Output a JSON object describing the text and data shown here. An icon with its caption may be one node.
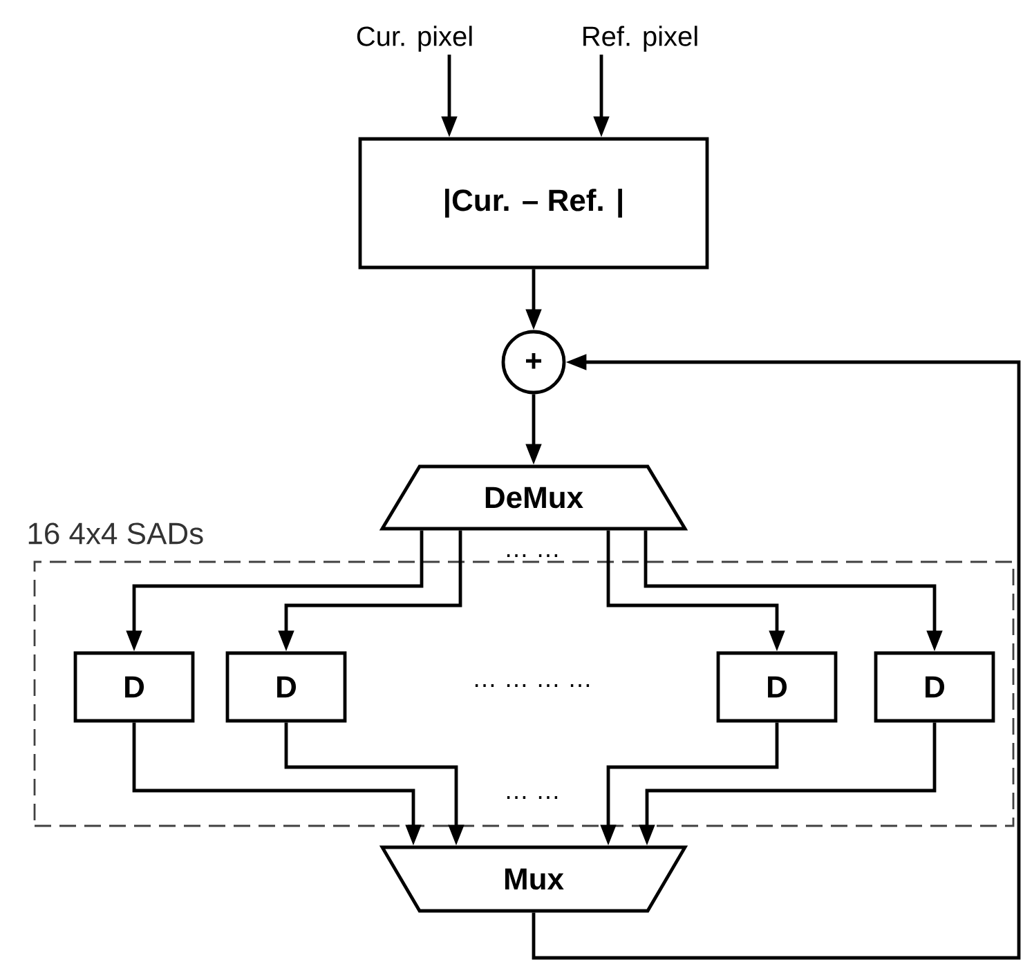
{
  "diagram": {
    "nodes": [
      {
        "text": [
          "Cur. pixel"
        ]
      },
      {
        "text": [
          "Ref. pixel"
        ]
      },
      {
        "text": [
          "|**Cur.** – **Ref.** |"
        ]
      },
      {
        "text": [
          "+"
        ]
      },
      {
        "text": [
          "DeMux"
        ]
      },
      {
        "text": [
          "16 4x4 SADs"
        ]
      },
      {
        "text": [
          "D"
        ],
        "in": 5
      },
      {
        "text": [
          "D"
        ],
        "in": 5
      },
      {
        "text": [
          "D"
        ],
        "in": 5
      },
      {
        "text": [
          "D"
        ],
        "in": 5
      },
      {
        "text": [
          "Mux"
        ]
      }
    ],
    "edges": [
      {
        "from": 0,
        "to": 2,
        "arrow": "to"
      },
      {
        "from": 1,
        "to": 2,
        "arrow": "to"
      },
      {
        "from": 2,
        "to": 3,
        "arrow": "to"
      },
      {
        "from": 3,
        "to": 4,
        "arrow": "to"
      },
      {
        "from": 4,
        "to": 6,
        "arrow": "to"
      },
      {
        "from": 4,
        "to": 7,
        "arrow": "to"
      },
      {
        "from": 4,
        "to": 8,
        "arrow": "to"
      },
      {
        "from": 4,
        "to": 9,
        "arrow": "to"
      },
      {
        "from": 6,
        "to": 10,
        "arrow": "to"
      },
      {
        "from": 7,
        "to": 10,
        "arrow": "to"
      },
      {
        "from": 8,
        "to": 10,
        "arrow": "to"
      },
      {
        "from": 9,
        "to": 10,
        "arrow": "to"
      },
      {
        "from": 10,
        "to": 3,
        "arrow": "to"
      }
    ],
    "labels": [
      "… …",
      "… … … …",
      "… …"
    ]
  }
}
